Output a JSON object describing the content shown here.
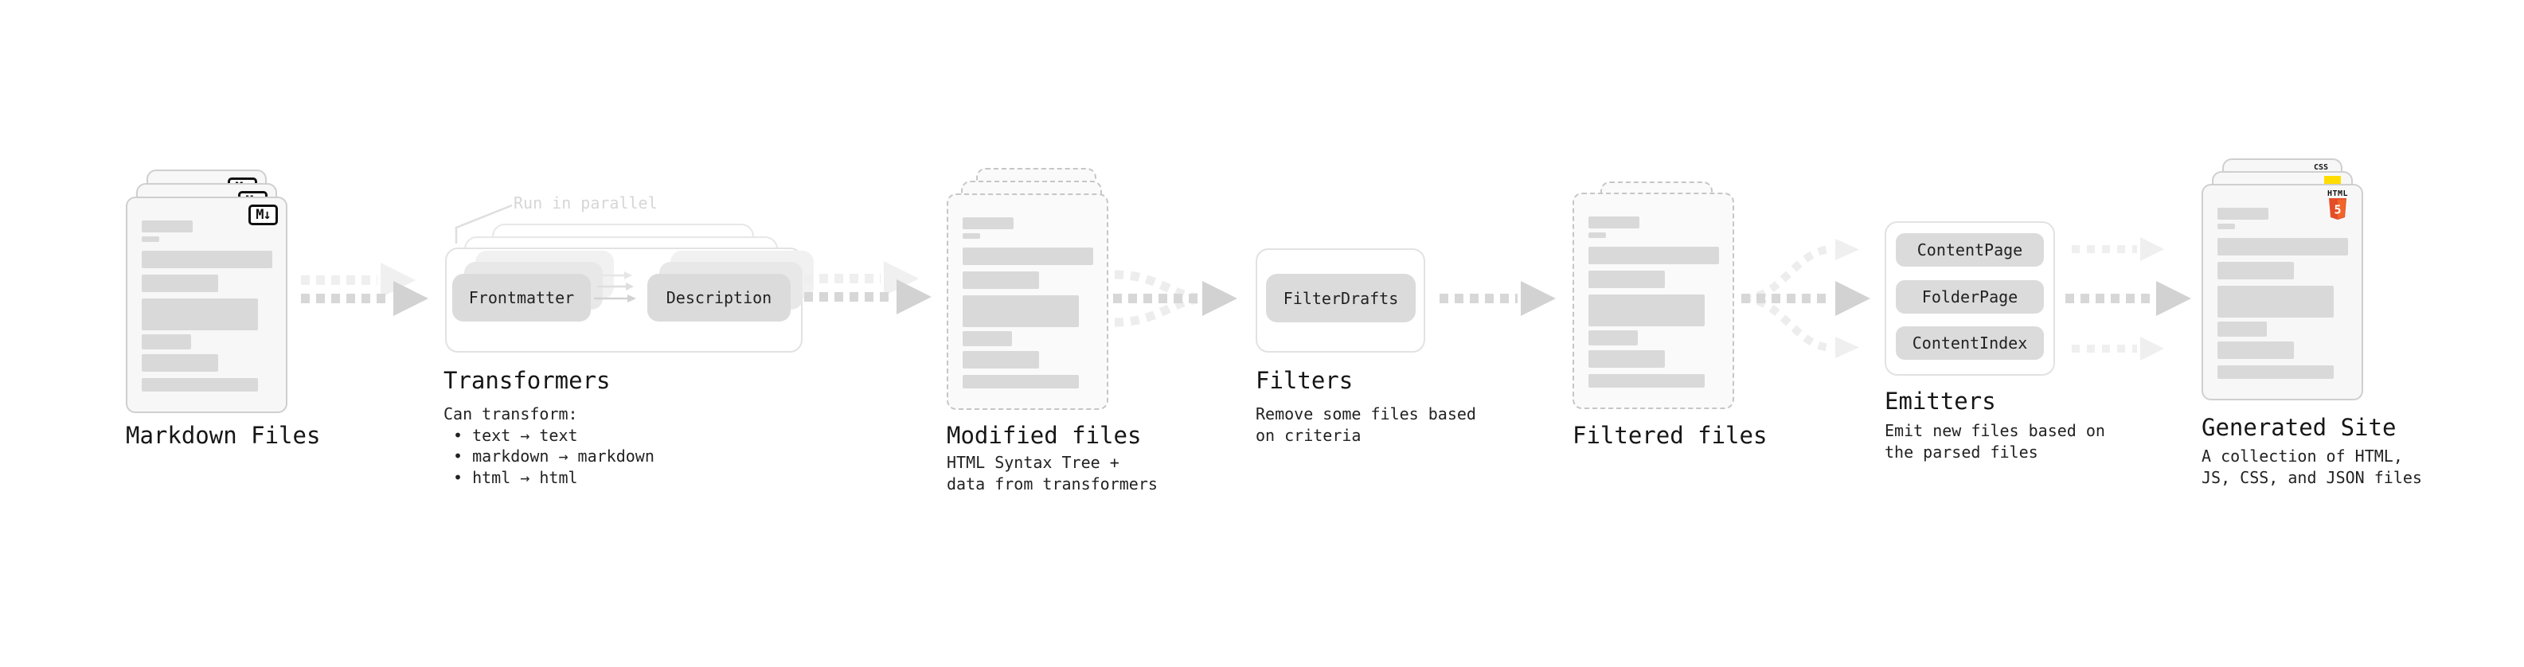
{
  "markdown_files": {
    "title": "Markdown Files",
    "badge": "M↓"
  },
  "transformers": {
    "title": "Transformers",
    "annotation": "Run in parallel",
    "buttons": [
      "Frontmatter",
      "Description"
    ],
    "desc_heading": "Can transform:",
    "bullets": [
      "• text → text",
      "• markdown → markdown",
      "• html → html"
    ]
  },
  "modified_files": {
    "title": "Modified files",
    "subtitle": [
      "HTML Syntax Tree +",
      "data from transformers"
    ]
  },
  "filters": {
    "title": "Filters",
    "button": "FilterDrafts",
    "subtitle": [
      "Remove some files based",
      "on criteria"
    ]
  },
  "filtered_files": {
    "title": "Filtered files"
  },
  "emitters": {
    "title": "Emitters",
    "buttons": [
      "ContentPage",
      "FolderPage",
      "ContentIndex"
    ],
    "subtitle": [
      "Emit new files based on",
      "the parsed files"
    ]
  },
  "generated_site": {
    "title": "Generated Site",
    "subtitle": [
      "A collection of HTML,",
      "JS, CSS, and JSON files"
    ],
    "badges": {
      "css": "CSS",
      "html_label": "HTML",
      "html_number": "5"
    }
  },
  "colors": {
    "html5_orange": "#e44d26",
    "html5_orange_light": "#f16529",
    "js_yellow": "#ffdd00",
    "css_blue": "#2c63f2"
  }
}
